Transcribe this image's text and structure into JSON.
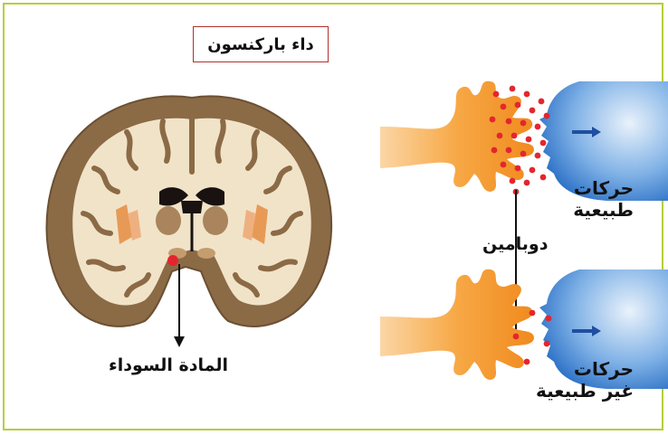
{
  "title": "داء باركنسون",
  "labels": {
    "substantia_nigra": "المادة السوداء",
    "dopamine": "دوبامين",
    "normal_movement_line1": "حركات",
    "normal_movement_line2": "طبيعية",
    "abnormal_movement_line1": "حركات",
    "abnormal_movement_line2": "غير طبيعية"
  },
  "colors": {
    "frame": "#b5cf3b",
    "title_border": "#b0312f",
    "brain_cortex": "#8b6a46",
    "brain_white_matter": "#f1e3c8",
    "neuron": "#f59a3c",
    "receptor": "#3d86d6",
    "dopamine_dots": "#e3262e"
  }
}
